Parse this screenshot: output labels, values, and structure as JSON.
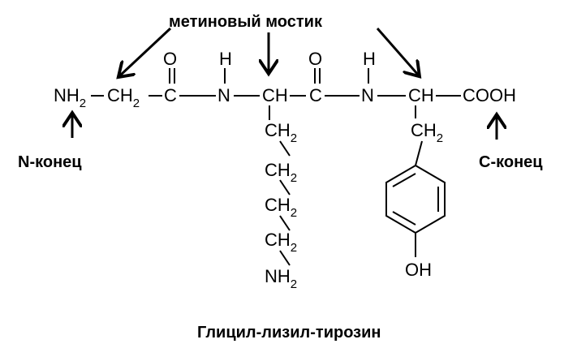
{
  "title": "Глицил-лизил-тирозин",
  "labels": {
    "methine_bridge": "метиновый мостик",
    "n_end": "N-конец",
    "c_end": "C-конец"
  },
  "atoms": {
    "nh": "NH",
    "ch": "CH",
    "c": "C",
    "o": "O",
    "n": "N",
    "h": "H",
    "cooh": "COOH",
    "oh": "OH",
    "sub2": "2"
  },
  "colors": {
    "carbonyl_c": "#e8221b",
    "carbonyl_o": "#e8221b",
    "amide_n1": "#1f8a1f",
    "carbonyl2": "#1f8a1f",
    "amide_n2": "#e020e0",
    "bond": "#000000"
  }
}
